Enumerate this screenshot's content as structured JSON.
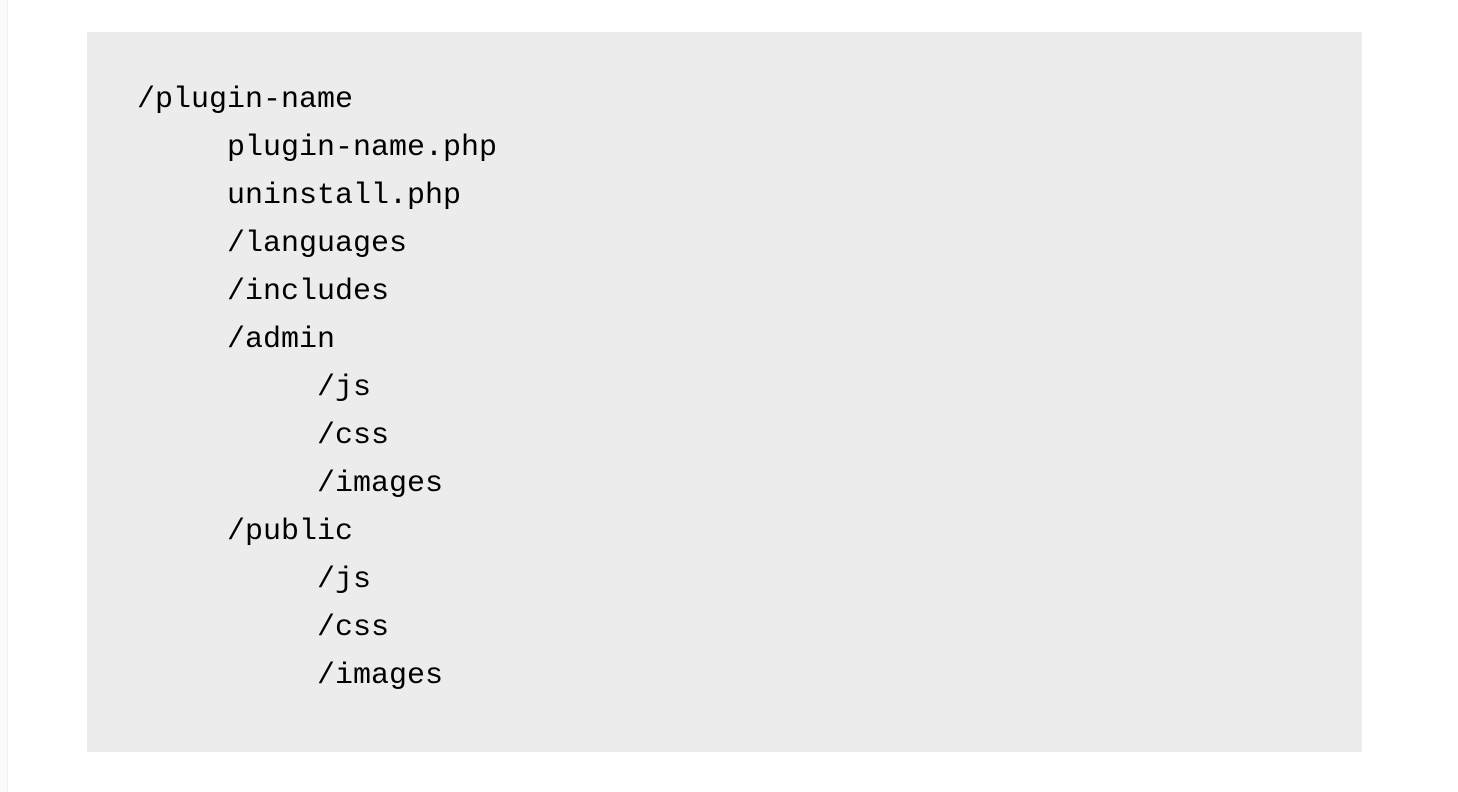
{
  "page": {
    "background_color": "#ffffff",
    "left_edge_strip_color": "#fafafa"
  },
  "code_block": {
    "background_color": "#ececec",
    "text_color": "#000000",
    "indent_spaces_per_level": 5,
    "lines": [
      {
        "text": "/plugin-name",
        "level": 0
      },
      {
        "text": "plugin-name.php",
        "level": 1
      },
      {
        "text": "uninstall.php",
        "level": 1
      },
      {
        "text": "/languages",
        "level": 1
      },
      {
        "text": "/includes",
        "level": 1
      },
      {
        "text": "/admin",
        "level": 1
      },
      {
        "text": "/js",
        "level": 2
      },
      {
        "text": "/css",
        "level": 2
      },
      {
        "text": "/images",
        "level": 2
      },
      {
        "text": "/public",
        "level": 1
      },
      {
        "text": "/js",
        "level": 2
      },
      {
        "text": "/css",
        "level": 2
      },
      {
        "text": "/images",
        "level": 2
      }
    ]
  }
}
